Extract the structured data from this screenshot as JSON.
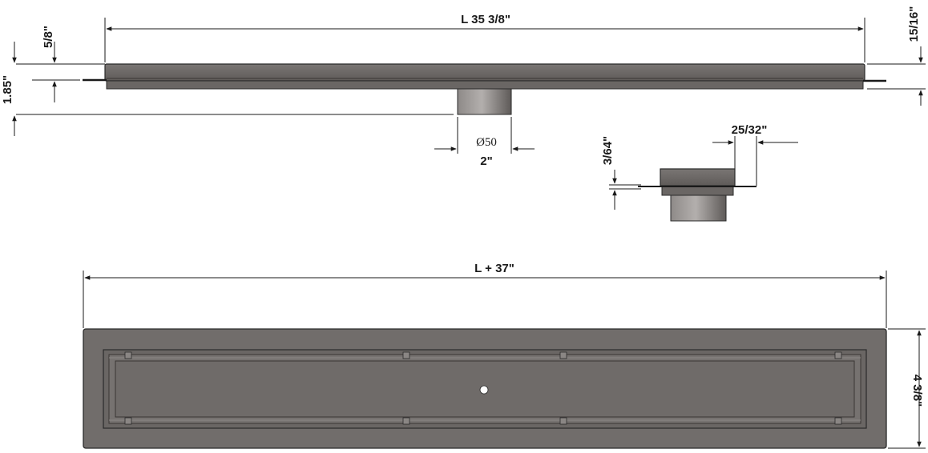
{
  "drawing": {
    "top_view": {
      "length_label": "L 35 3/8\"",
      "depth_left_label": "5/8\"",
      "height_label": "1.85\"",
      "depth_right_label": "15/16\"",
      "outlet_diameter_label": "Ø50",
      "outlet_inch_label": "2\""
    },
    "detail_view": {
      "flange_label": "3/64\"",
      "width_label": "25/32\""
    },
    "plan_view": {
      "length_label": "L + 37\"",
      "width_label": "4 3/8\""
    }
  },
  "colors": {
    "body": "#6f6b69",
    "body_dark": "#4a4644",
    "line": "#1a1a1a",
    "pipe_light": "#9a9694",
    "pipe_dark": "#5a5654"
  }
}
